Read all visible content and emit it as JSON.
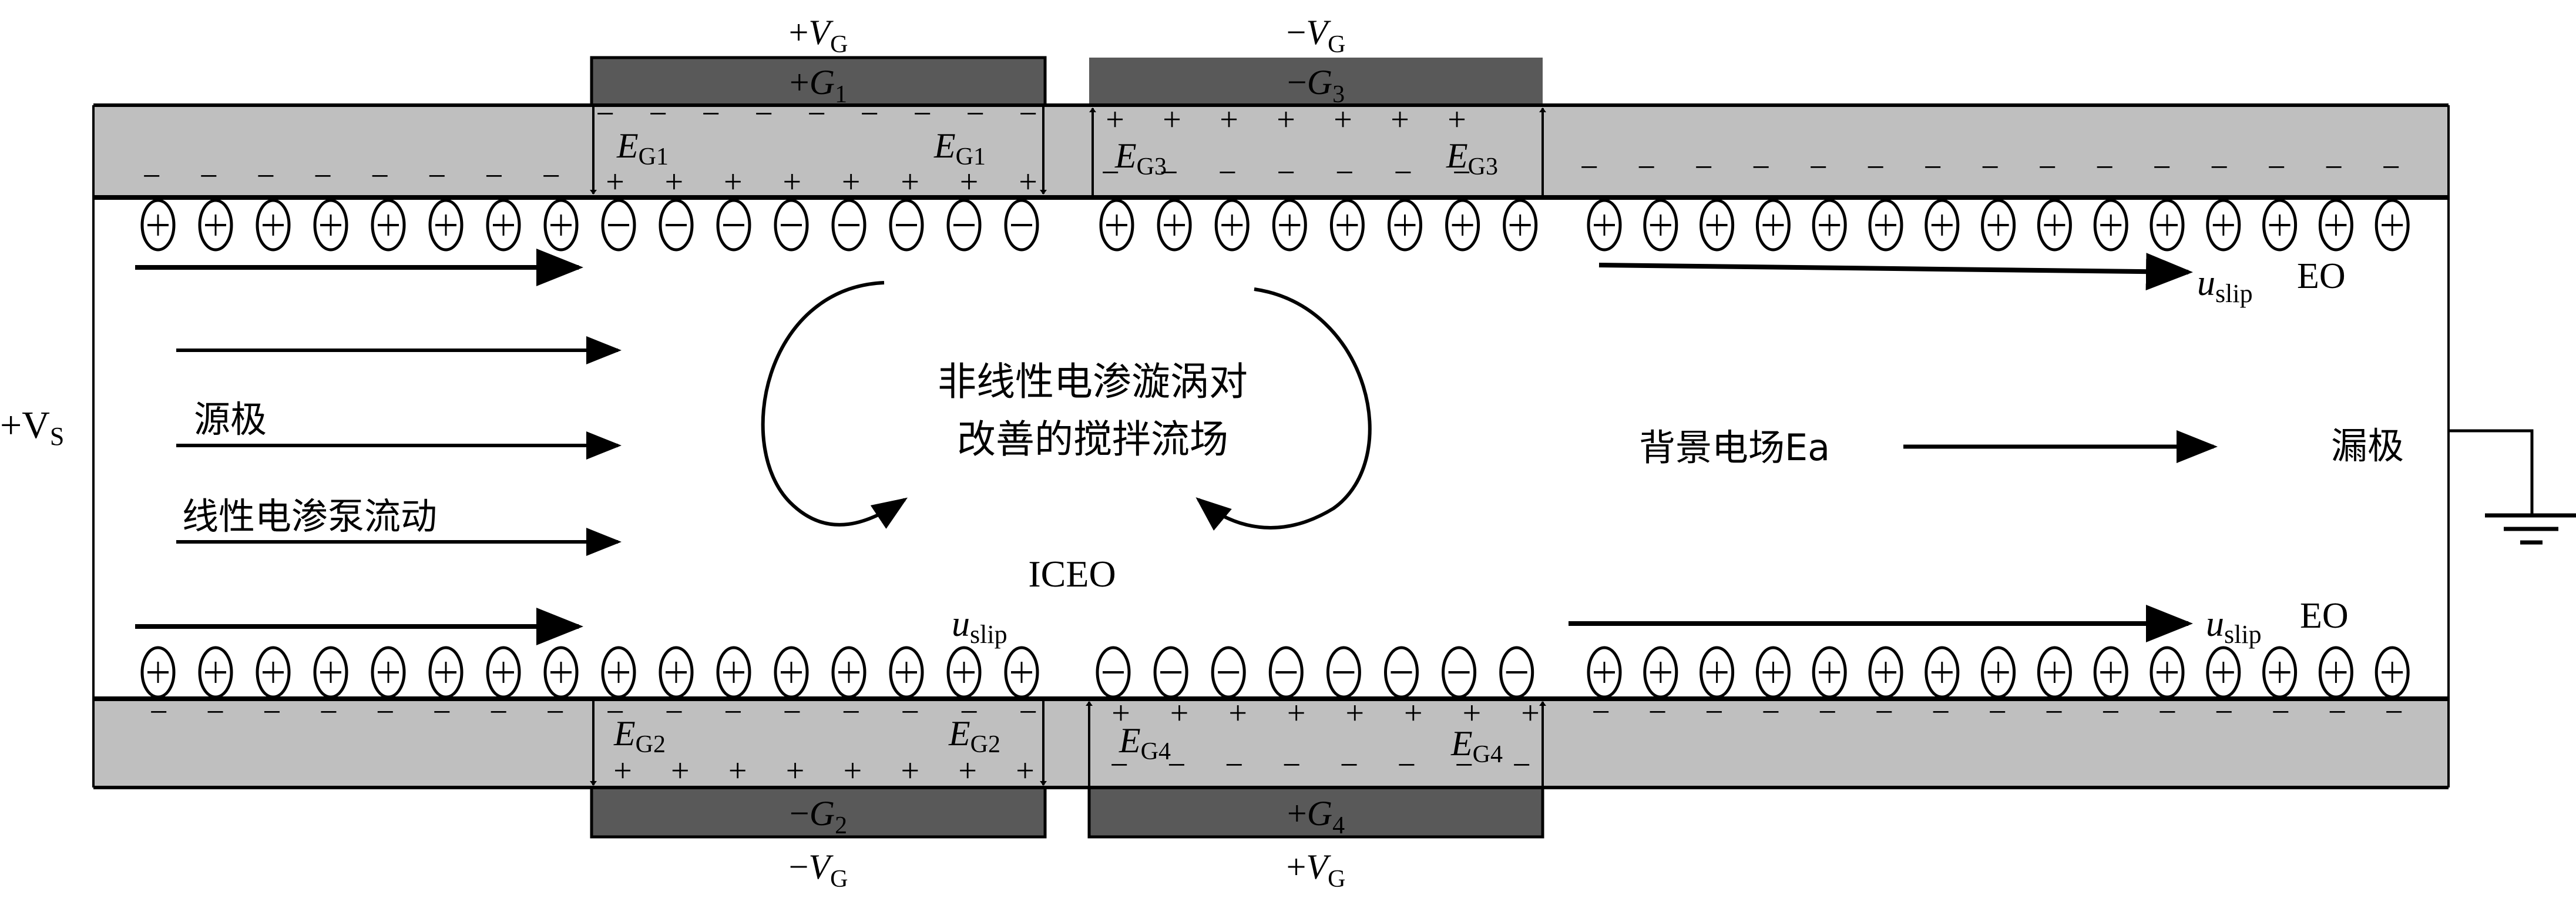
{
  "colors": {
    "layer": "#bfbfbf",
    "gate": "#595959",
    "line": "#000000",
    "background": "#ffffff"
  },
  "source": {
    "voltage_label": "+V",
    "voltage_sub": "S",
    "name": "源极"
  },
  "drain": {
    "name": "漏极",
    "ground_icon": "ground-symbol"
  },
  "labels": {
    "linear_flow": "线性电渗泵流动",
    "vortex_line1": "非线性电渗漩涡对",
    "vortex_line2": "改善的搅拌流场",
    "iceo": "ICEO",
    "background_field": "背景电场Ea",
    "eo": "EO",
    "u": "u",
    "slip": "slip"
  },
  "gates": [
    {
      "id": "G1",
      "sign": "+",
      "label": "G",
      "sub": "1",
      "voltage_sign": "+",
      "voltage_label": "V",
      "voltage_sub": "G",
      "field_label": "E",
      "field_sub": "G1",
      "side": "top",
      "field_direction": "down"
    },
    {
      "id": "G3",
      "sign": "−",
      "label": "G",
      "sub": "3",
      "voltage_sign": "−",
      "voltage_label": "V",
      "voltage_sub": "G",
      "field_label": "E",
      "field_sub": "G3",
      "side": "top",
      "field_direction": "up"
    },
    {
      "id": "G2",
      "sign": "−",
      "label": "G",
      "sub": "2",
      "voltage_sign": "−",
      "voltage_label": "V",
      "voltage_sub": "G",
      "field_label": "E",
      "field_sub": "G2",
      "side": "bottom",
      "field_direction": "down"
    },
    {
      "id": "G4",
      "sign": "+",
      "label": "G",
      "sub": "4",
      "voltage_sign": "+",
      "voltage_label": "V",
      "voltage_sub": "G",
      "field_label": "E",
      "field_sub": "G4",
      "side": "bottom",
      "field_direction": "up"
    }
  ],
  "ion_rows": {
    "top": {
      "left_group": [
        "+",
        "+",
        "+",
        "+",
        "+",
        "+",
        "+",
        "+",
        "−",
        "−",
        "−",
        "−",
        "−",
        "−",
        "−",
        "−"
      ],
      "middle_group": [
        "+",
        "+",
        "+",
        "+",
        "+",
        "+",
        "+",
        "+"
      ],
      "right_group": [
        "+",
        "+",
        "+",
        "+",
        "+",
        "+",
        "+",
        "+",
        "+",
        "+",
        "+",
        "+",
        "+",
        "+",
        "+"
      ]
    },
    "bottom": {
      "left_group": [
        "+",
        "+",
        "+",
        "+",
        "+",
        "+",
        "+",
        "+",
        "+",
        "+",
        "+",
        "+",
        "+",
        "+",
        "+",
        "+"
      ],
      "middle_group": [
        "−",
        "−",
        "−",
        "−",
        "−",
        "−",
        "−",
        "−"
      ],
      "right_group": [
        "+",
        "+",
        "+",
        "+",
        "+",
        "+",
        "+",
        "+",
        "+",
        "+",
        "+",
        "+",
        "+",
        "+",
        "+"
      ]
    }
  },
  "surface_charges": {
    "top_layer_bottom_left": "−",
    "top_layer_bottom_right": "−",
    "g1_top": "−",
    "g1_bottom": "+",
    "g3_top": "+",
    "g3_bottom": "−",
    "bottom_layer_top_left": "−",
    "bottom_layer_top_right": "−",
    "g2_top": "−",
    "g2_bottom": "+",
    "g4_top": "+",
    "g4_bottom": "−"
  }
}
